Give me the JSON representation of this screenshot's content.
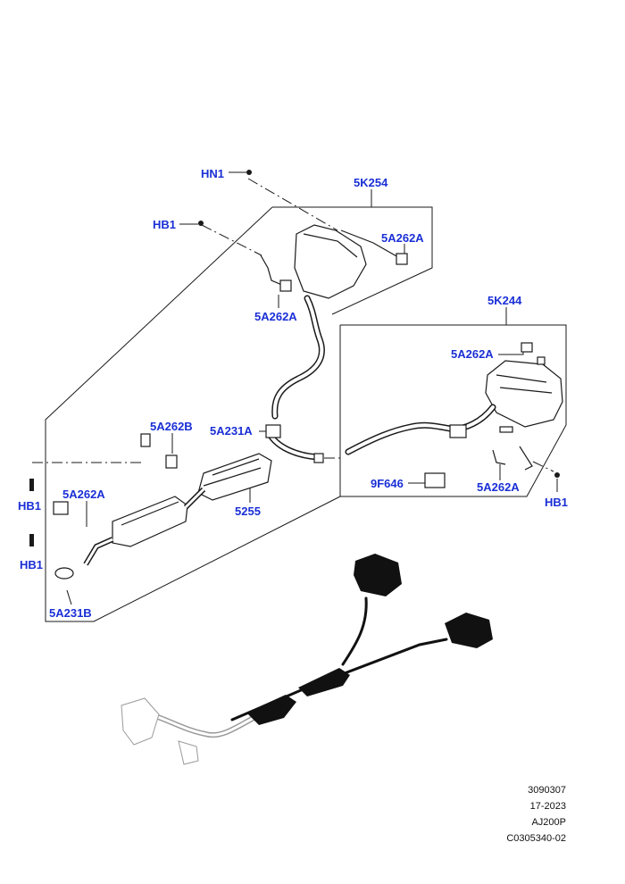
{
  "colors": {
    "callout": "#1a2fd6",
    "line": "#1a1a1a",
    "muted": "#9a9a9a",
    "fill": "#ffffff",
    "dark": "#111111"
  },
  "callouts": {
    "hn1": "HN1",
    "hb1_top": "HB1",
    "hb1_left_upper": "HB1",
    "hb1_left_lower": "HB1",
    "hb1_right": "HB1",
    "k254": "5K254",
    "k244": "5K244",
    "a262a_upper_right": "5A262A",
    "a262a_upper_left": "5A262A",
    "a262a_right_top": "5A262A",
    "a262a_right_bottom": "5A262A",
    "a262a_front": "5A262A",
    "a262b": "5A262B",
    "a231a": "5A231A",
    "a231b": "5A231B",
    "p5255": "5255",
    "f646": "9F646"
  },
  "footer": {
    "line1": "3090307",
    "line2": "17-2023",
    "line3": "AJ200P",
    "line4": "C0305340-02"
  }
}
